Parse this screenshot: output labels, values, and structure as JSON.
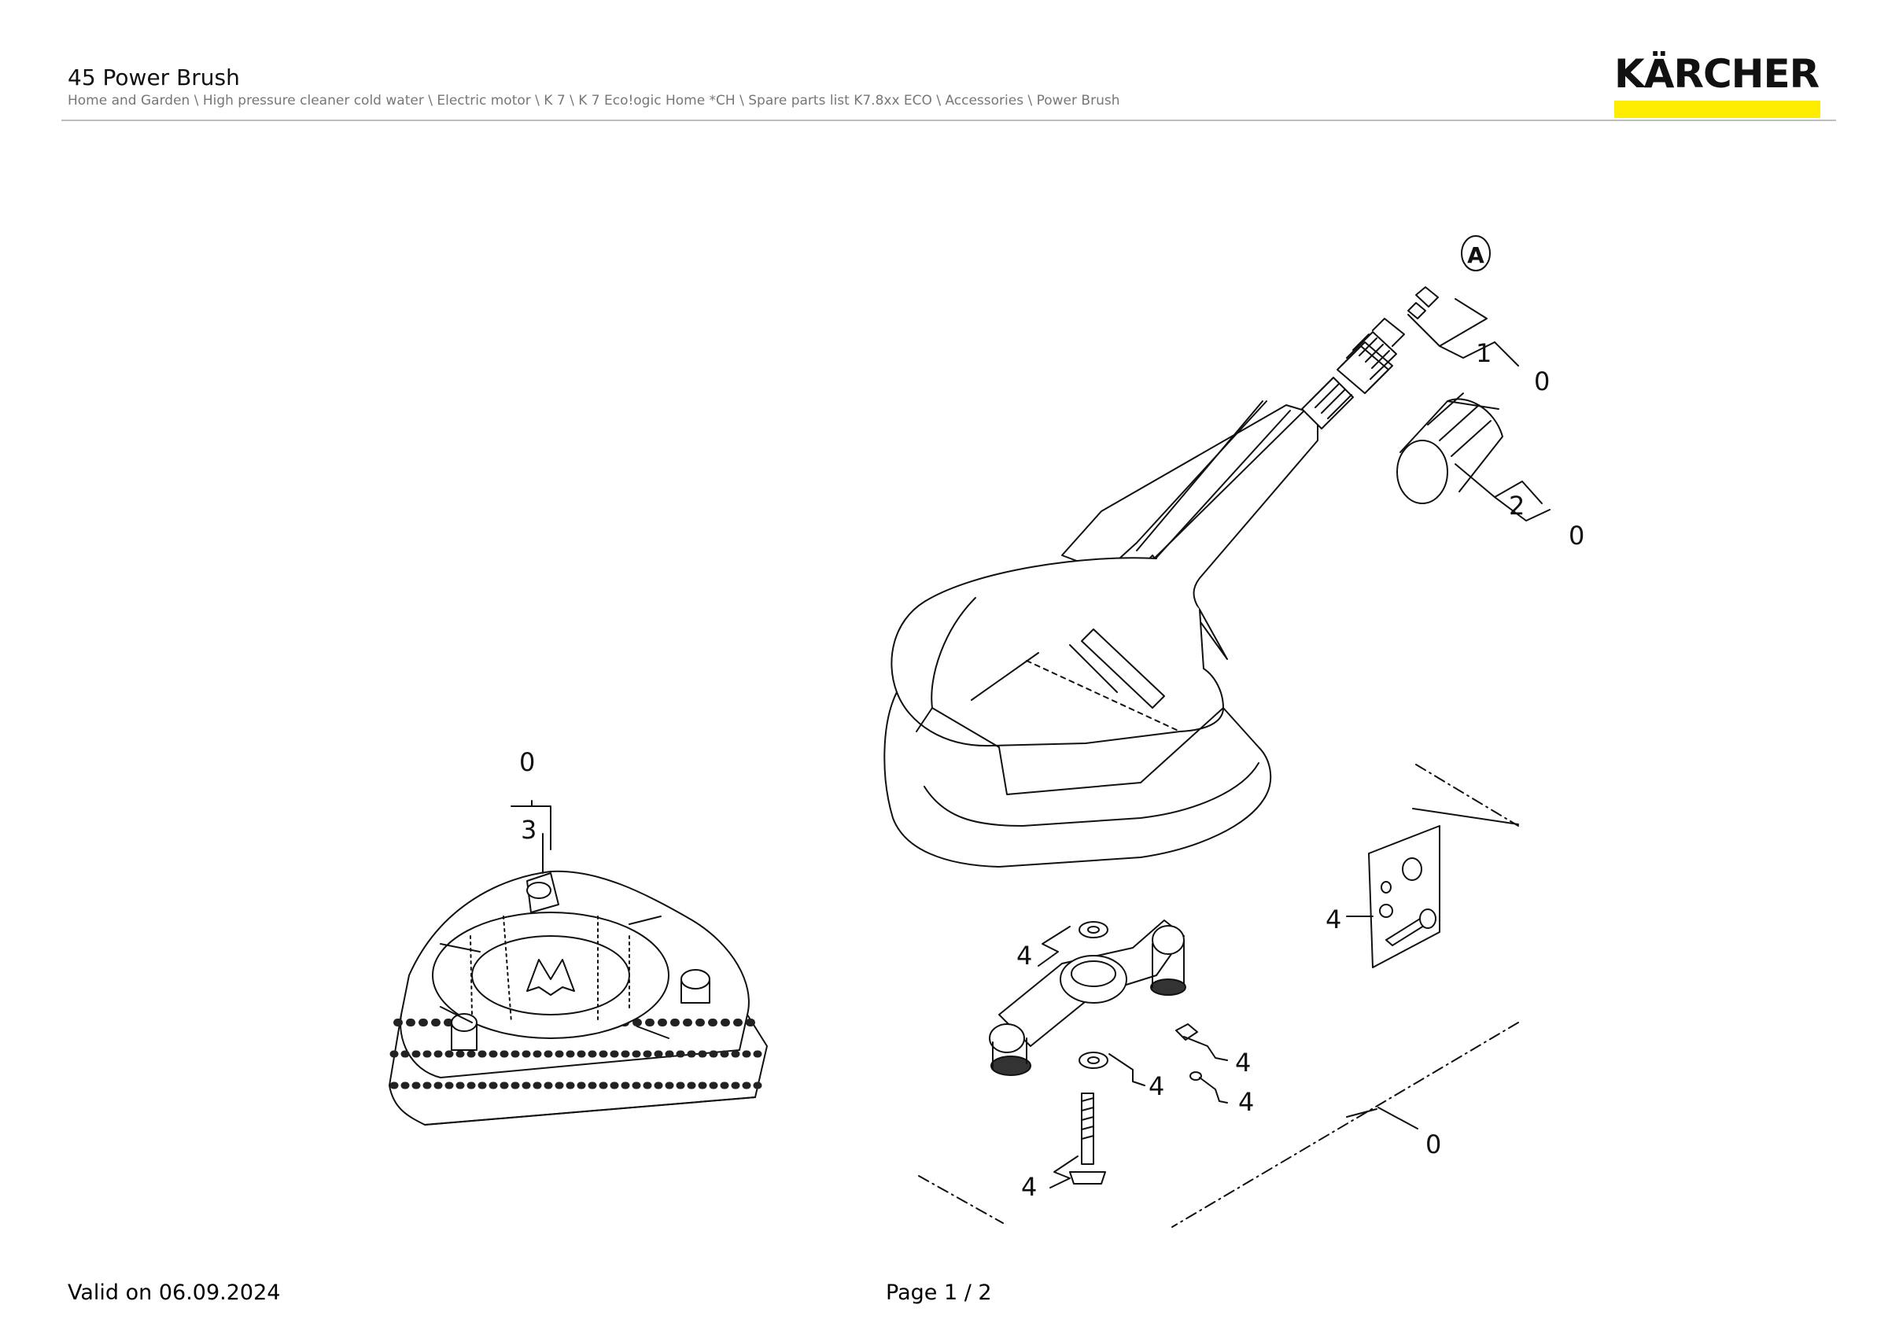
{
  "header": {
    "title": "45 Power Brush",
    "breadcrumb": "Home and Garden \\ High pressure cleaner cold water \\ Electric motor \\ K 7 \\ K 7 Eco!ogic Home *CH \\ Spare parts list K7.8xx ECO \\ Accessories \\ Power Brush",
    "brand": "KÄRCHER",
    "brand_bar_color": "#ffed00"
  },
  "diagram": {
    "callout_a": "A",
    "labels": {
      "l1": "1",
      "l1_0": "0",
      "l2": "2",
      "l2_0": "0",
      "l3_top": "0",
      "l3": "3",
      "l4_plate": "4",
      "l4_washer_top": "4",
      "l4_washer_mid": "4",
      "l4_nut": "4",
      "l4_small": "4",
      "l4_screw": "4",
      "l0_box": "0"
    }
  },
  "footer": {
    "valid": "Valid on 06.09.2024",
    "page": "Page 1 / 2"
  }
}
